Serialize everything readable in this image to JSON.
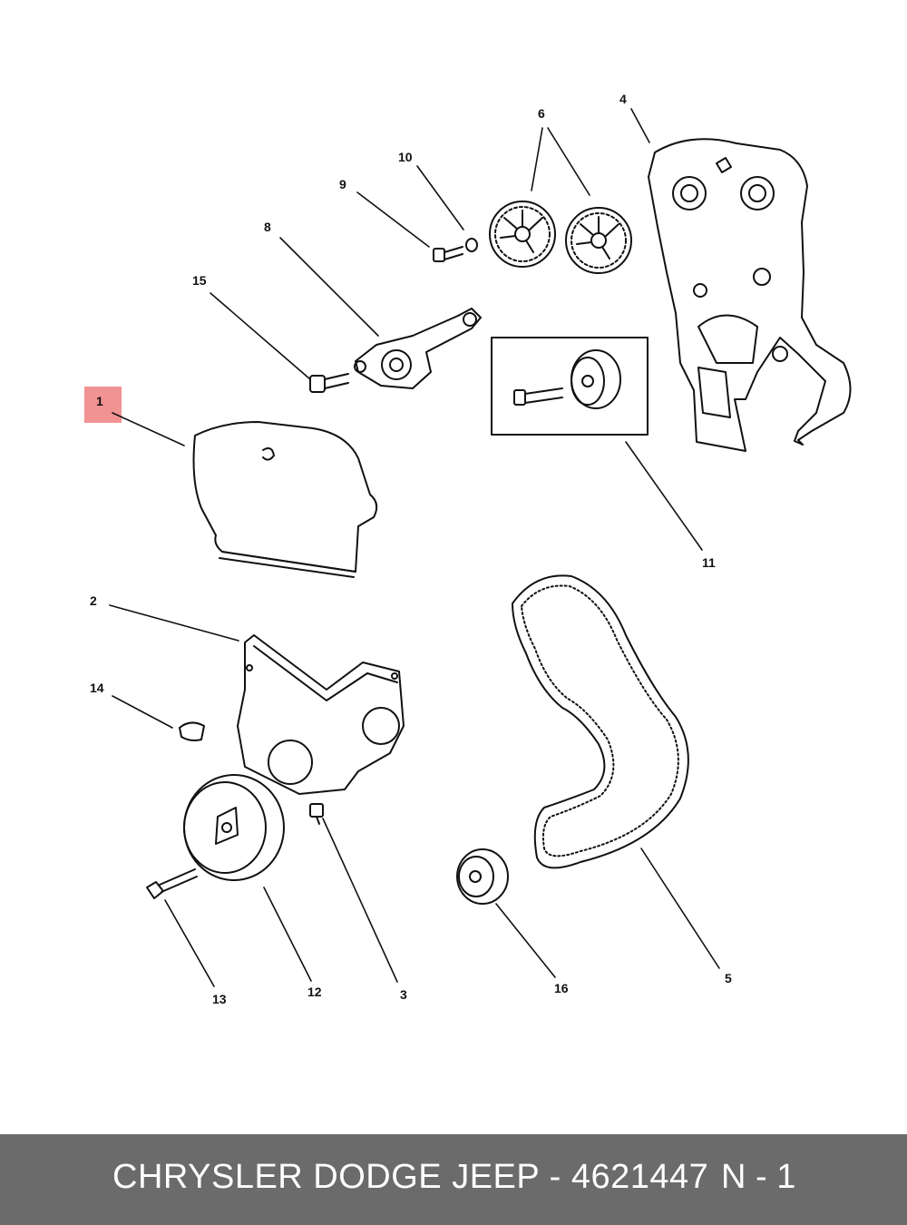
{
  "diagram": {
    "highlighted_part": "1",
    "callouts": {
      "c1": "1",
      "c2": "2",
      "c3": "3",
      "c4": "4",
      "c5": "5",
      "c6": "6",
      "c8": "8",
      "c9": "9",
      "c10": "10",
      "c11": "11",
      "c12": "12",
      "c13": "13",
      "c14": "14",
      "c15": "15",
      "c16": "16"
    },
    "highlight_color": "#f08080"
  },
  "footer": {
    "title": "CHRYSLER DODGE JEEP - 4621447",
    "page": "N - 1",
    "background": "#6b6b6b"
  }
}
